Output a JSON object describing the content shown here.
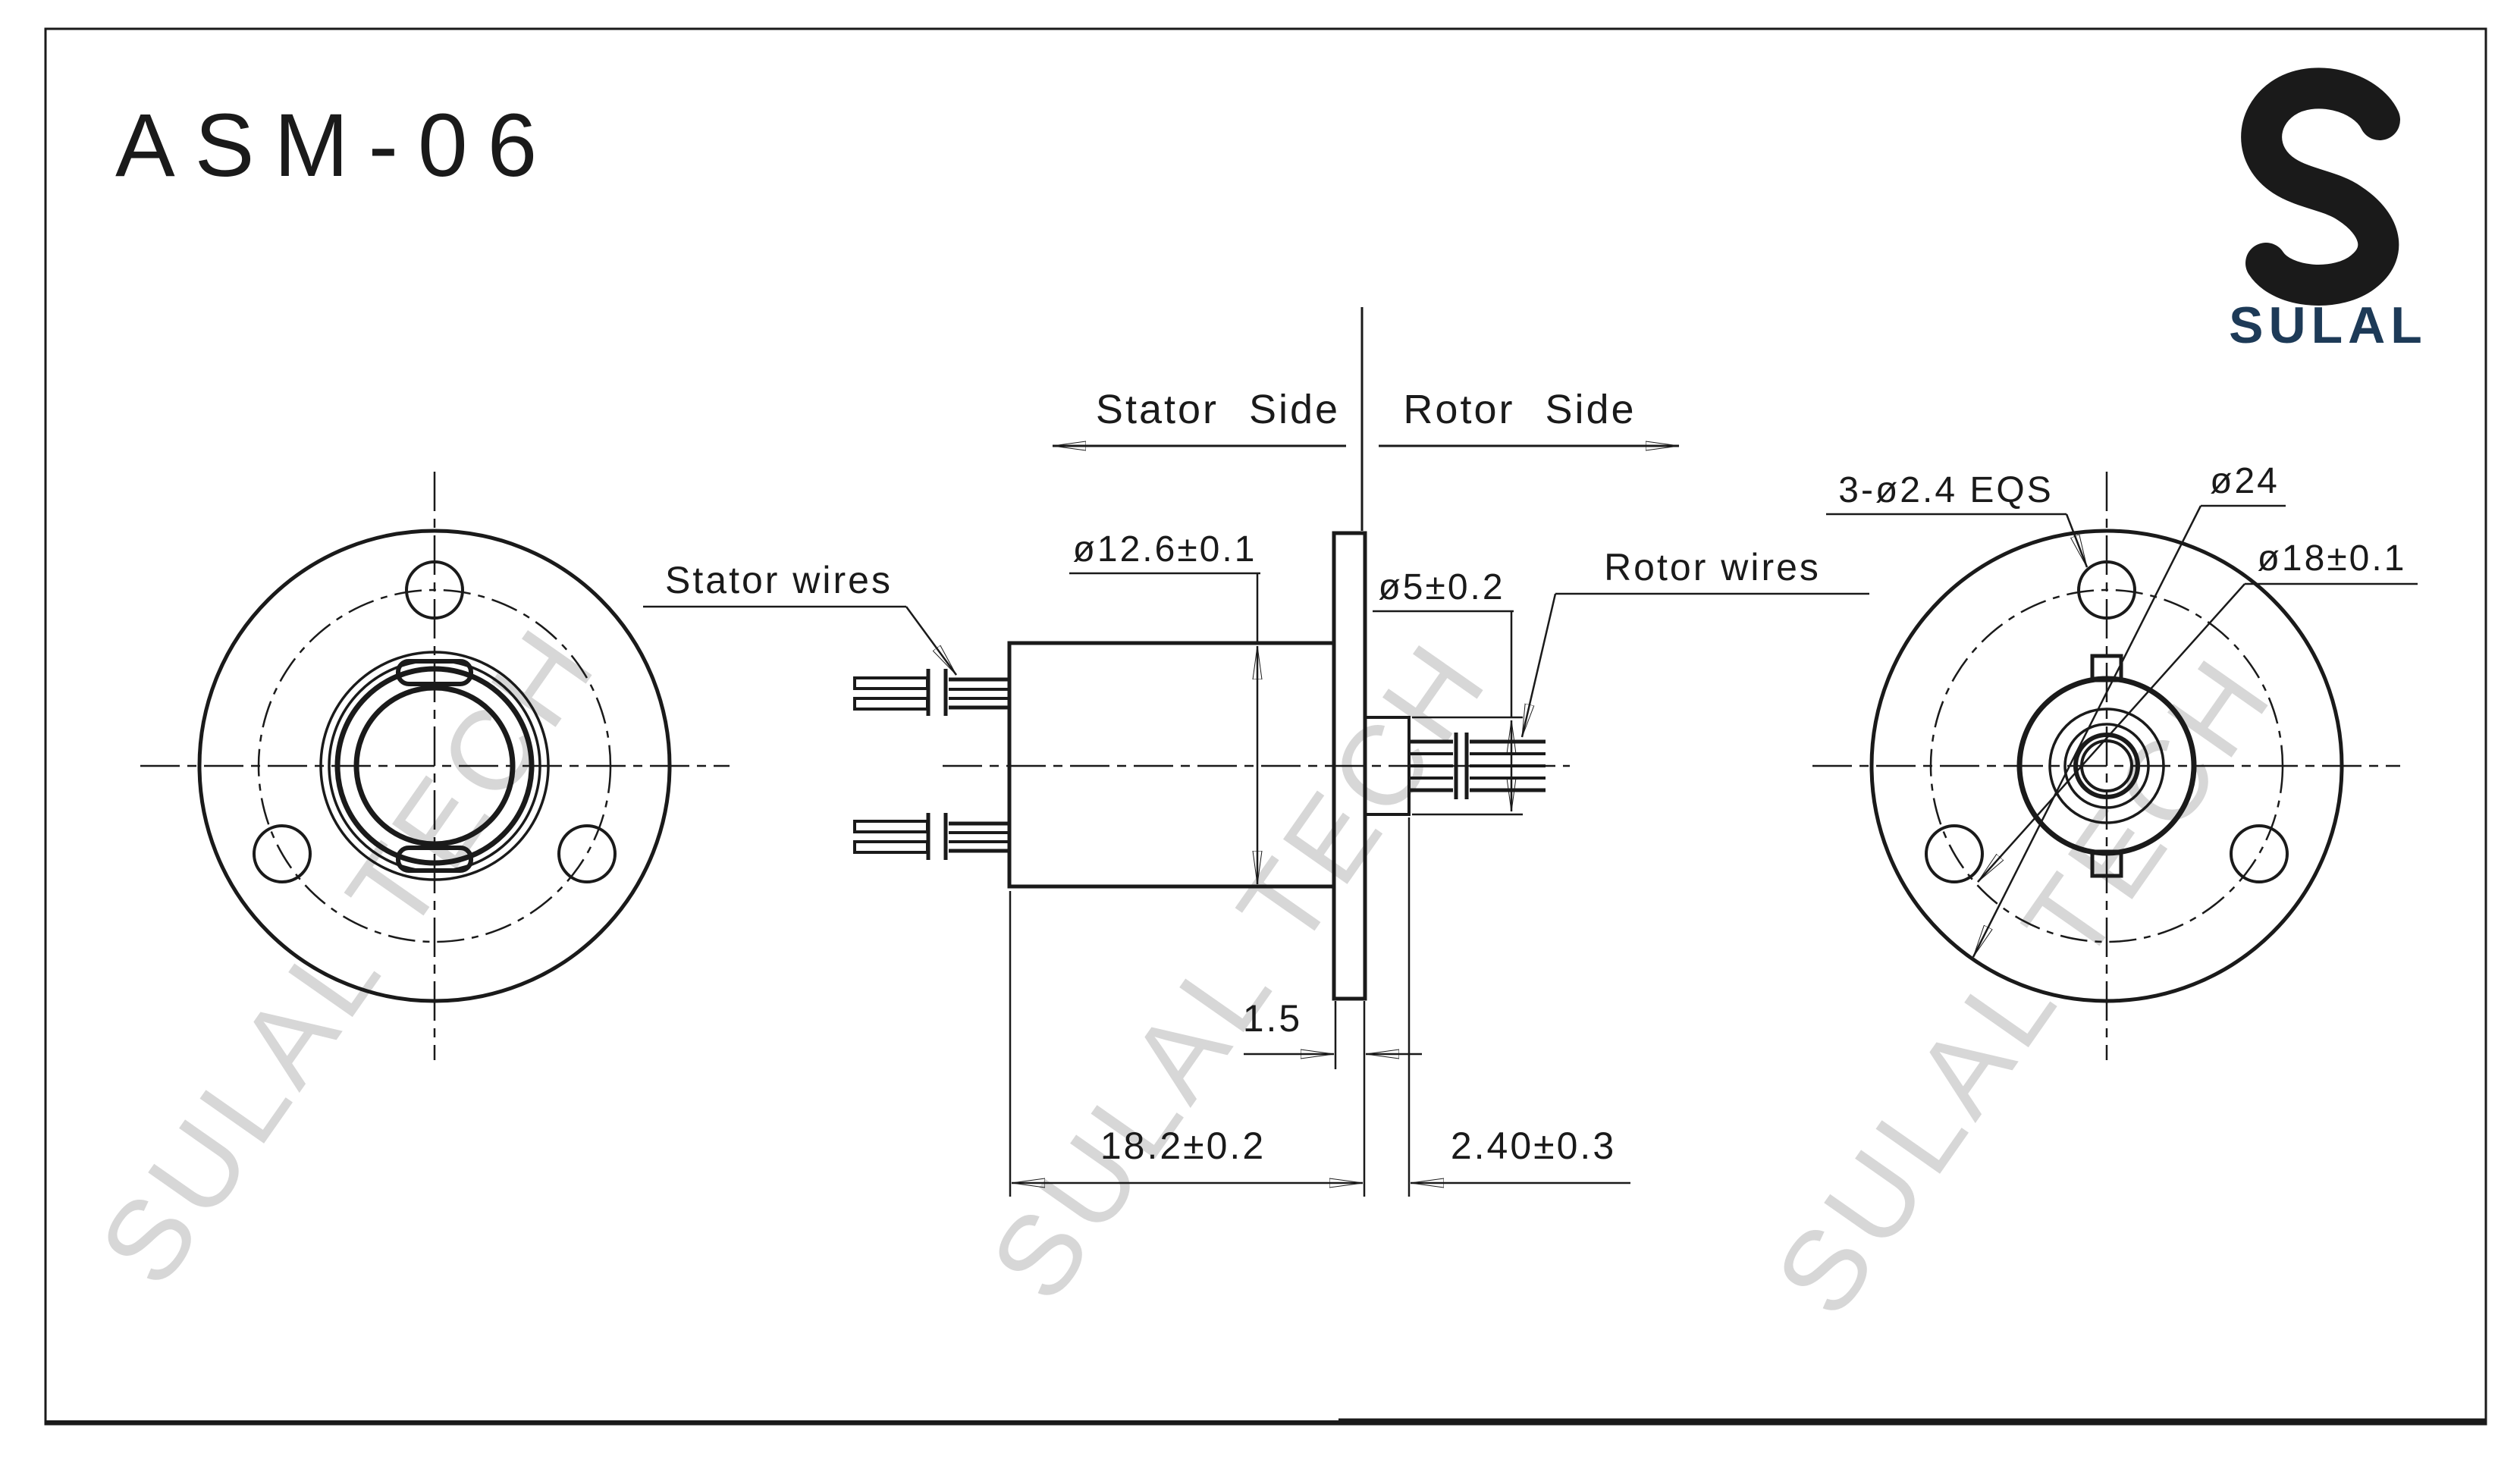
{
  "drawing": {
    "title": "ASM-06"
  },
  "brand": {
    "name": "SULAL",
    "logo_icon": "s-ribbon-icon"
  },
  "watermark": {
    "text": "SULAL TECH"
  },
  "views": {
    "side": {
      "stator_side": "Stator Side",
      "rotor_side": "Rotor Side",
      "stator_wires": "Stator wires",
      "rotor_wires": "Rotor wires",
      "dim_body_diameter": "ø12.6±0.1",
      "dim_rotor_diameter": "ø5±0.2",
      "dim_flange_thickness": "1.5",
      "dim_body_length": "18.2±0.2",
      "dim_rotor_length": "2.40±0.3"
    },
    "rotor_face": {
      "dim_mounting_holes": "3-ø2.4 EQS",
      "dim_flange_diameter": "ø24",
      "dim_bolt_circle": "ø18±0.1"
    }
  },
  "colors": {
    "line": "#1a1a1a",
    "brand_navy": "#1d3a57",
    "watermark_gray": "#d7d7d7"
  }
}
